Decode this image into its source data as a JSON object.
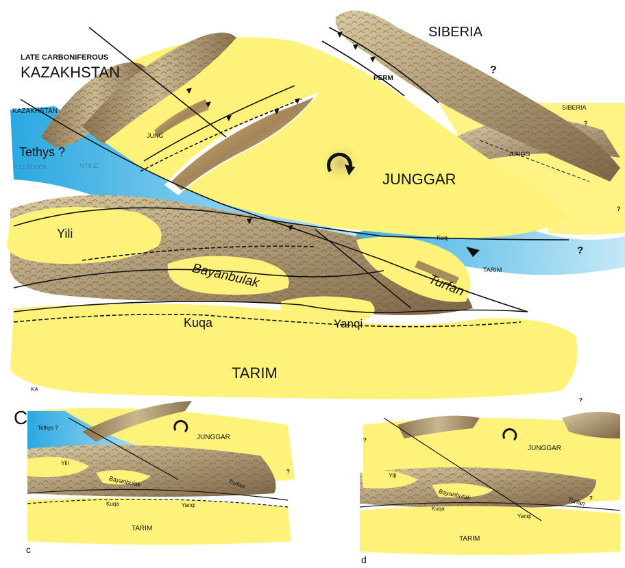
{
  "colors": {
    "sea": "#3bb4e6",
    "basin": "#fff27a",
    "belt": "#b4a27a",
    "fault": "#111111",
    "text": "#111111"
  },
  "icons": [
    "rotation-arrow-icon"
  ],
  "main_map": {
    "title_top": "LATE CARBONIFEROUS",
    "title_main": "KAZAKHSTAN",
    "siberia": "SIBERIA",
    "question": "?",
    "perm": "PERM",
    "kazakhstan_small": "KAZAKHSTAN",
    "tethys": "Tethys ?",
    "yili_block": "YILI BLOCK",
    "nts": "NTS Z.",
    "junggar": "JUNGGAR",
    "yili": "Yili",
    "bayanbulak": "Bayanbulak",
    "turfan": "Turfan",
    "kuqa": "Kuqa",
    "yanqi": "Yanqi",
    "tarim": "TARIM"
  },
  "ghost_labels": {
    "siberia": "SIBERIA",
    "q1": "?",
    "q2": "?",
    "q3": "?",
    "junggar": "JUNGG",
    "tarim": "TARIM",
    "kuq": "Kuq",
    "jung": "JUNG",
    "kaz": "KA"
  },
  "panel_c": {
    "letter": "c",
    "tethys": "Tethys ?",
    "junggar": "JUNGGAR",
    "yili": "Yili",
    "bayanbulak": "Bayanbulak",
    "turfan": "Turfan",
    "kuqa": "Kuqa",
    "yanqi": "Yanqi",
    "tarim": "TARIM",
    "question": "?"
  },
  "panel_d": {
    "letter": "d",
    "junggar": "JUNGGAR",
    "yili": "Yili",
    "bayanbulak": "Bayanbulak",
    "turfan": "Turfan",
    "kuqa": "Kuqa",
    "yanqi": "Yanqi",
    "tarim": "TARIM",
    "q1": "?",
    "q2": "?",
    "q3": "?"
  },
  "corner_letter": "C"
}
